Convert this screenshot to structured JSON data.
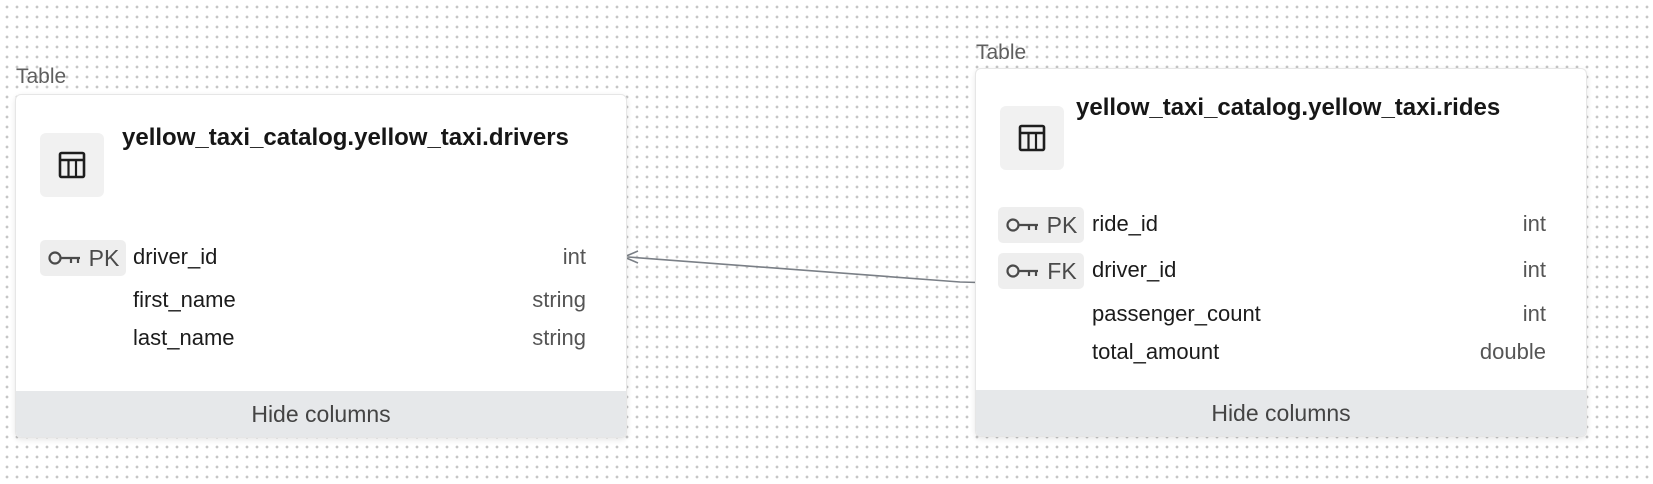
{
  "tables": [
    {
      "kind_label": "Table",
      "name": "yellow_taxi_catalog.yellow_taxi.drivers",
      "icon": "table-icon",
      "columns": [
        {
          "key": "PK",
          "name": "driver_id",
          "type": "int"
        },
        {
          "key": "",
          "name": "first_name",
          "type": "string"
        },
        {
          "key": "",
          "name": "last_name",
          "type": "string"
        }
      ],
      "toggle_label": "Hide columns"
    },
    {
      "kind_label": "Table",
      "name": "yellow_taxi_catalog.yellow_taxi.rides",
      "icon": "table-icon",
      "columns": [
        {
          "key": "PK",
          "name": "ride_id",
          "type": "int"
        },
        {
          "key": "FK",
          "name": "driver_id",
          "type": "int"
        },
        {
          "key": "",
          "name": "passenger_count",
          "type": "int"
        },
        {
          "key": "",
          "name": "total_amount",
          "type": "double"
        }
      ],
      "toggle_label": "Hide columns"
    }
  ],
  "relationship": {
    "from": "yellow_taxi_catalog.yellow_taxi.rides.driver_id",
    "to": "yellow_taxi_catalog.yellow_taxi.drivers.driver_id"
  },
  "colors": {
    "canvas_dot": "#c6c6c6",
    "badge_bg": "#eeeeee",
    "footer_bg": "#e6e8ea",
    "connector": "#7a7f86"
  }
}
